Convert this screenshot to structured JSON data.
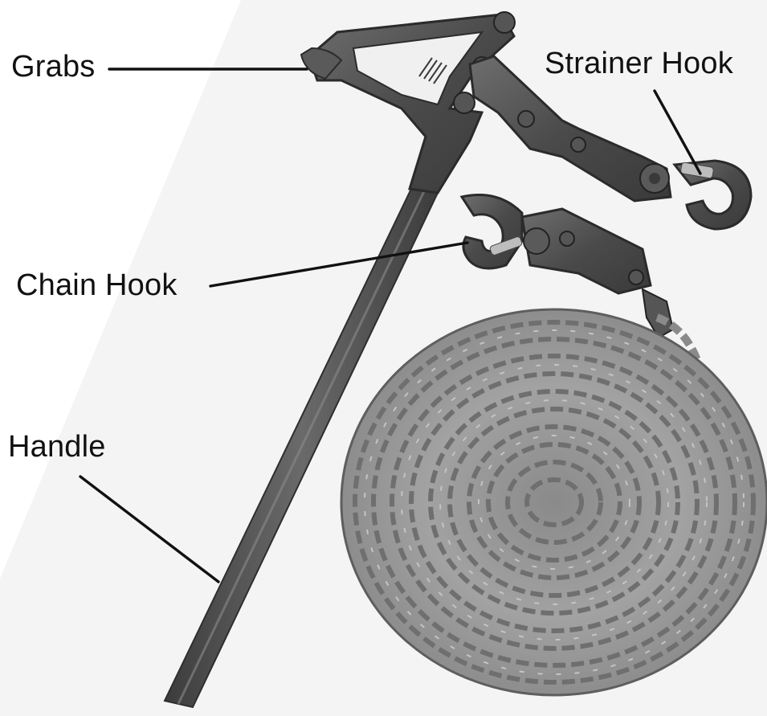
{
  "figure": {
    "background_color": "#ffffff",
    "part_color_dark": "#4a4a4a",
    "chain_color": "#9a9a9a"
  },
  "labels": {
    "grabs": "Grabs",
    "strainer_hook": "Strainer Hook",
    "chain_hook": "Chain Hook",
    "handle": "Handle"
  }
}
